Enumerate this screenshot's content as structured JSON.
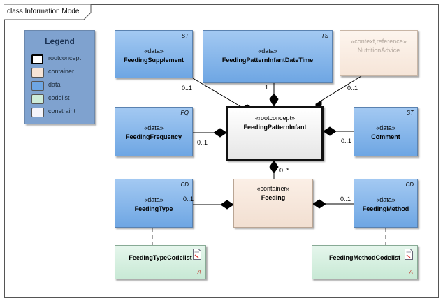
{
  "frame": {
    "title": "class Information Model"
  },
  "legend": {
    "title": "Legend",
    "items": [
      {
        "label": "rootconcept",
        "color": "#ffffff",
        "border": "#000000"
      },
      {
        "label": "container",
        "color": "#f7e4d6",
        "border": "#a08f80"
      },
      {
        "label": "data",
        "color": "#6ea6e3",
        "border": "#3f6d9e"
      },
      {
        "label": "codelist",
        "color": "#cdebd8",
        "border": "#6f9b80"
      },
      {
        "label": "constraint",
        "color": "#f4f4fa",
        "border": "#8a8aa0"
      }
    ]
  },
  "classes": {
    "feeding_supplement": {
      "stereotype": "«data»",
      "name": "FeedingSupplement",
      "tag": "ST"
    },
    "feeding_pattern_infant_datetime": {
      "stereotype": "«data»",
      "name": "FeedingPatternInfantDateTime",
      "tag": "TS"
    },
    "nutrition_advice": {
      "stereotype": "«context,reference»",
      "name": "NutritionAdvice"
    },
    "feeding_frequency": {
      "stereotype": "«data»",
      "name": "FeedingFrequency",
      "tag": "PQ"
    },
    "feeding_pattern_infant": {
      "stereotype": "«rootconcept»",
      "name": "FeedingPatternInfant"
    },
    "comment": {
      "stereotype": "«data»",
      "name": "Comment",
      "tag": "ST"
    },
    "feeding_type": {
      "stereotype": "«data»",
      "name": "FeedingType",
      "tag": "CD"
    },
    "feeding": {
      "stereotype": "«container»",
      "name": "Feeding"
    },
    "feeding_method": {
      "stereotype": "«data»",
      "name": "FeedingMethod",
      "tag": "CD"
    },
    "feeding_type_codelist": {
      "name": "FeedingTypeCodelist",
      "tag": "A"
    },
    "feeding_method_codelist": {
      "name": "FeedingMethodCodelist",
      "tag": "A"
    }
  },
  "multiplicities": {
    "feeding_supplement": "0..1",
    "datetime": "1",
    "nutrition_advice": "0..1",
    "feeding_frequency": "0..1",
    "comment": "0..1",
    "feeding": "0..*",
    "feeding_type": "0..1",
    "feeding_method": "0..1"
  }
}
